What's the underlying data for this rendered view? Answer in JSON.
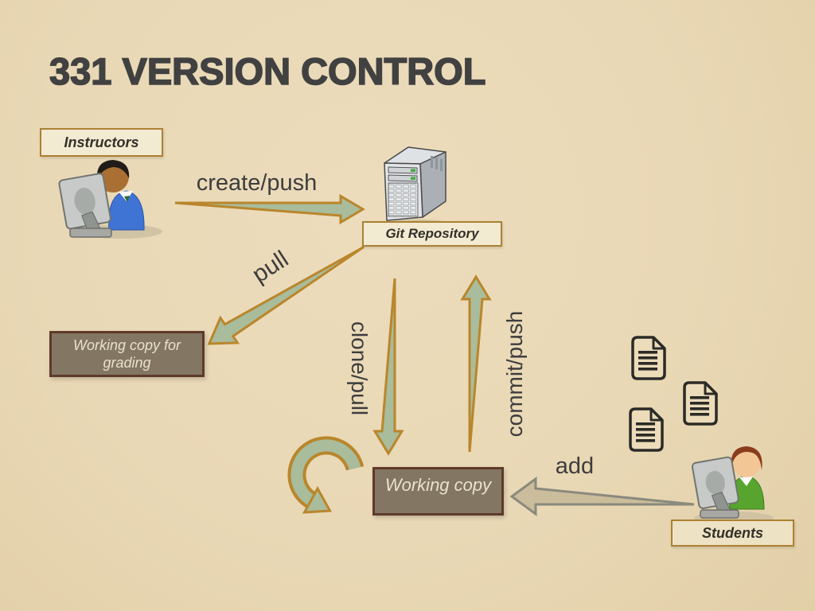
{
  "slide": {
    "title": "331 VERSION CONTROL"
  },
  "boxes": {
    "instructors": {
      "label": "Instructors"
    },
    "git_repository": {
      "label": "Git Repository"
    },
    "working_copy_grading": {
      "line1": "Working copy for",
      "line2": "grading"
    },
    "working_copy": {
      "label": "Working copy"
    },
    "students": {
      "label": "Students"
    }
  },
  "arrows": {
    "create_push": {
      "label": "create/push",
      "from": "Instructors",
      "to": "Git Repository"
    },
    "pull": {
      "label": "pull",
      "from": "Git Repository",
      "to": "Working copy for grading"
    },
    "clone_pull": {
      "label": "clone/pull",
      "from": "Git Repository",
      "to": "Working copy"
    },
    "commit_push": {
      "label": "commit/push",
      "from": "Working copy",
      "to": "Git Repository"
    },
    "add": {
      "label": "add",
      "from": "Students",
      "to": "Working copy"
    },
    "loop": {
      "label": ""
    }
  },
  "icons": {
    "instructor": "instructor-user-at-computer-icon",
    "server": "server-tower-icon",
    "student": "student-user-at-computer-icon",
    "documents": [
      "document-icon",
      "document-icon",
      "document-icon"
    ],
    "loop": "loop-arrow-icon"
  },
  "colors": {
    "background": "#e9d8b5",
    "title_text": "#414141",
    "arrow_fill": "#a9bc9b",
    "arrow_border": "#b9862c",
    "add_arrow_fill": "#cbbc9b",
    "add_arrow_border": "#8a8a7e",
    "dark_box_fill": "#837662",
    "dark_box_border": "#5e3a2b",
    "dark_box_text": "#e9e2cc",
    "label_box_fill": "#f3ead2",
    "label_box_border": "#ab8133",
    "label_text": "#33302a",
    "arrow_label_text": "#3d3d3d"
  }
}
